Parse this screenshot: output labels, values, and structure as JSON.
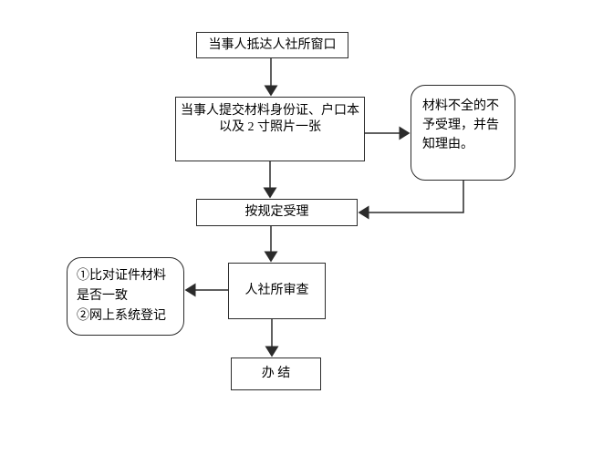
{
  "colors": {
    "line": "#2b2b2b",
    "background": "#ffffff"
  },
  "nodes": {
    "arrive": {
      "label": "当事人抵达人社所窗口"
    },
    "submit": {
      "lines": [
        "当事人提交材料身份证、户口本",
        "以及 2 寸照片一张"
      ]
    },
    "incomplete": {
      "lines": [
        "材料不全的不",
        "予受理，并告",
        "知理由。"
      ]
    },
    "accept": {
      "label": "按规定受理"
    },
    "review": {
      "label": "人社所审查"
    },
    "check": {
      "lines": [
        "①比对证件材料",
        "是否一致",
        "②网上系统登记"
      ]
    },
    "complete": {
      "label": "办 结"
    }
  }
}
